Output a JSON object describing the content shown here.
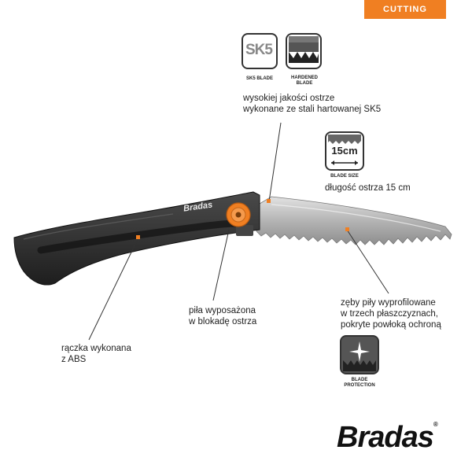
{
  "category_tag": "CUTTING",
  "badges": {
    "sk5": {
      "mark": "SK5",
      "caption": "SK5 BLADE"
    },
    "hardened": {
      "caption_line1": "HARDENED",
      "caption_line2": "BLADE"
    },
    "blade_size": {
      "value": "15cm",
      "caption": "BLADE SIZE"
    },
    "protection": {
      "caption_line1": "BLADE",
      "caption_line2": "PROTECTION"
    }
  },
  "callouts": {
    "blade_quality": {
      "line1": "wysokiej jakości ostrze",
      "line2": "wykonane ze stali hartowanej SK5"
    },
    "blade_length": {
      "line1": "długość ostrza 15 cm"
    },
    "teeth": {
      "line1": "zęby piły wyprofilowane",
      "line2": "w trzech płaszczyznach,",
      "line3": "pokryte powłoką ochroną"
    },
    "lock": {
      "line1": "piła wyposażona",
      "line2": "w blokadę ostrza"
    },
    "handle": {
      "line1": "rączka wykonana",
      "line2": "z ABS"
    }
  },
  "product": {
    "handle_logo": "Bradas"
  },
  "brand": {
    "logo": "Bradas",
    "registered": "®"
  },
  "colors": {
    "accent": "#f07f22",
    "handle": "#2f2f2f",
    "blade": "#b9b9b9"
  }
}
